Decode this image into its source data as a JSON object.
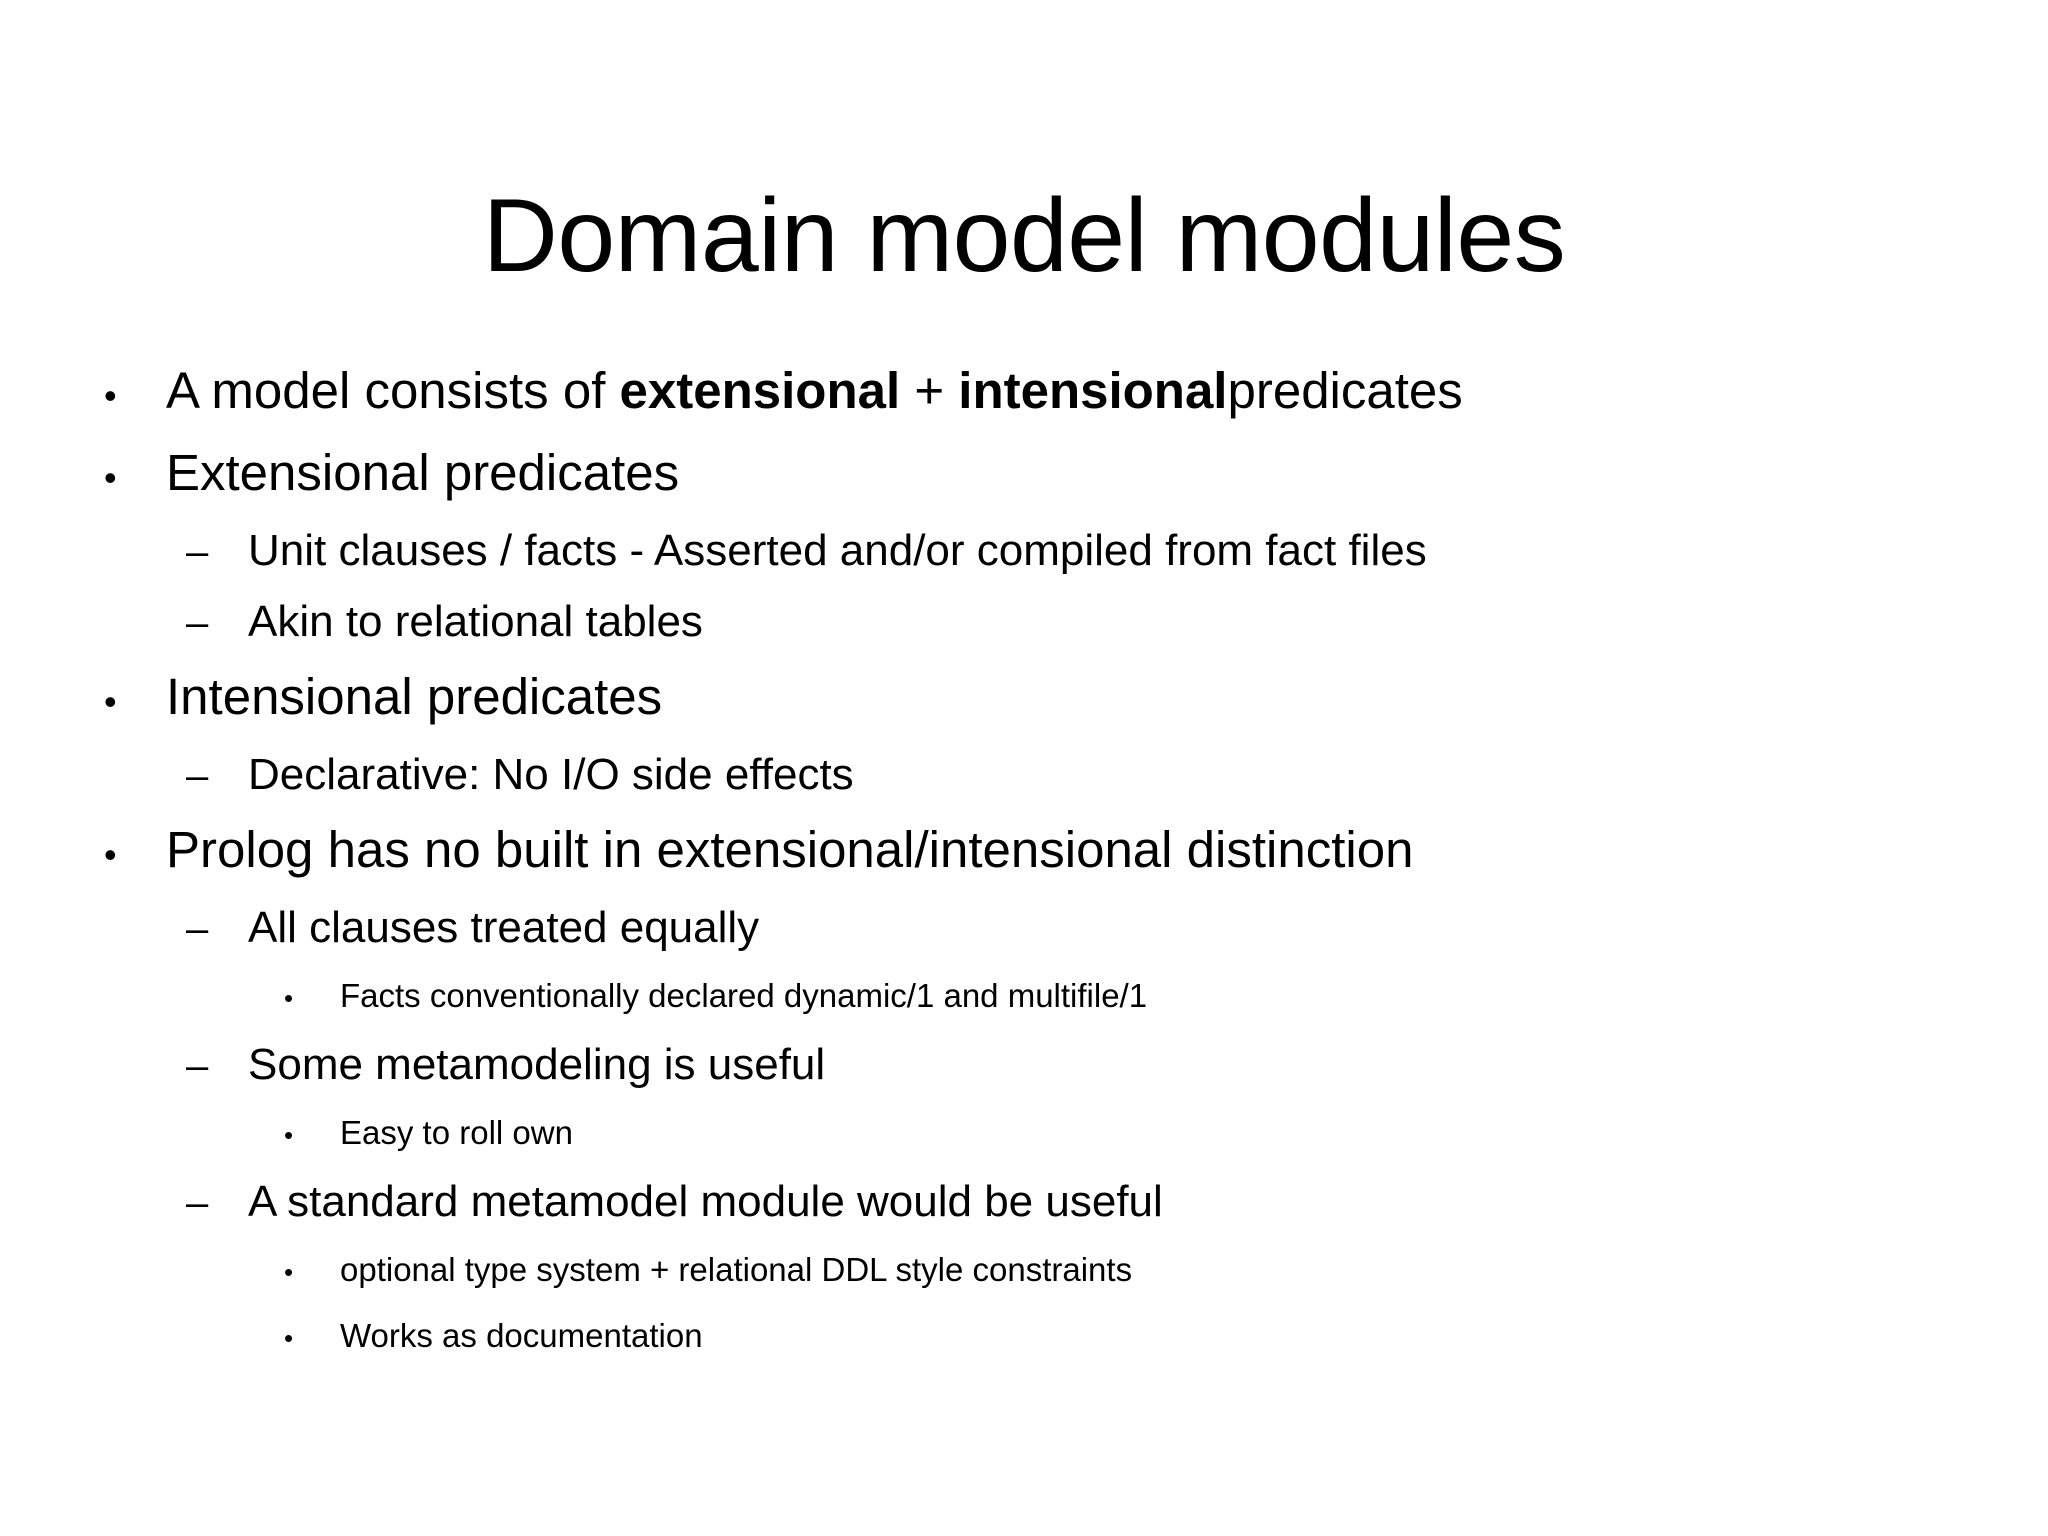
{
  "slide": {
    "title": "Domain model modules",
    "markers": {
      "level1": "•",
      "level2": "–",
      "level3": "•"
    },
    "bullets": [
      {
        "level": 1,
        "id": "model-consists-of",
        "text_before": "A model consists of ",
        "bold1": "extensional",
        "text_mid": " + ",
        "bold2": "intensional",
        "text_after": "predicates"
      },
      {
        "level": 1,
        "id": "extensional-predicates",
        "text": "Extensional predicates"
      },
      {
        "level": 2,
        "id": "unit-clauses-facts",
        "text": "Unit clauses / facts - Asserted and/or compiled from fact files"
      },
      {
        "level": 2,
        "id": "akin-to-relational-tables",
        "text": "Akin to relational tables"
      },
      {
        "level": 1,
        "id": "intensional-predicates",
        "text": "Intensional predicates"
      },
      {
        "level": 2,
        "id": "declarative-no-io",
        "text": "Declarative: No I/O side effects"
      },
      {
        "level": 1,
        "id": "prolog-no-builtin-distinction",
        "text": "Prolog has no built in extensional/intensional distinction"
      },
      {
        "level": 2,
        "id": "all-clauses-treated-equally",
        "text": "All clauses treated equally"
      },
      {
        "level": 3,
        "id": "facts-declared-dynamic-multifile",
        "text": "Facts conventionally declared dynamic/1 and multifile/1"
      },
      {
        "level": 2,
        "id": "some-metamodeling-useful",
        "text": "Some metamodeling is useful"
      },
      {
        "level": 3,
        "id": "easy-to-roll-own",
        "text": "Easy to roll own"
      },
      {
        "level": 2,
        "id": "standard-metamodel-module",
        "text": "A standard metamodel module would be useful"
      },
      {
        "level": 3,
        "id": "optional-type-system-ddl",
        "text": "optional type system + relational DDL style constraints"
      },
      {
        "level": 3,
        "id": "works-as-documentation",
        "text": "Works as documentation"
      }
    ],
    "colors": {
      "background": "#ffffff",
      "text": "#000000"
    }
  }
}
